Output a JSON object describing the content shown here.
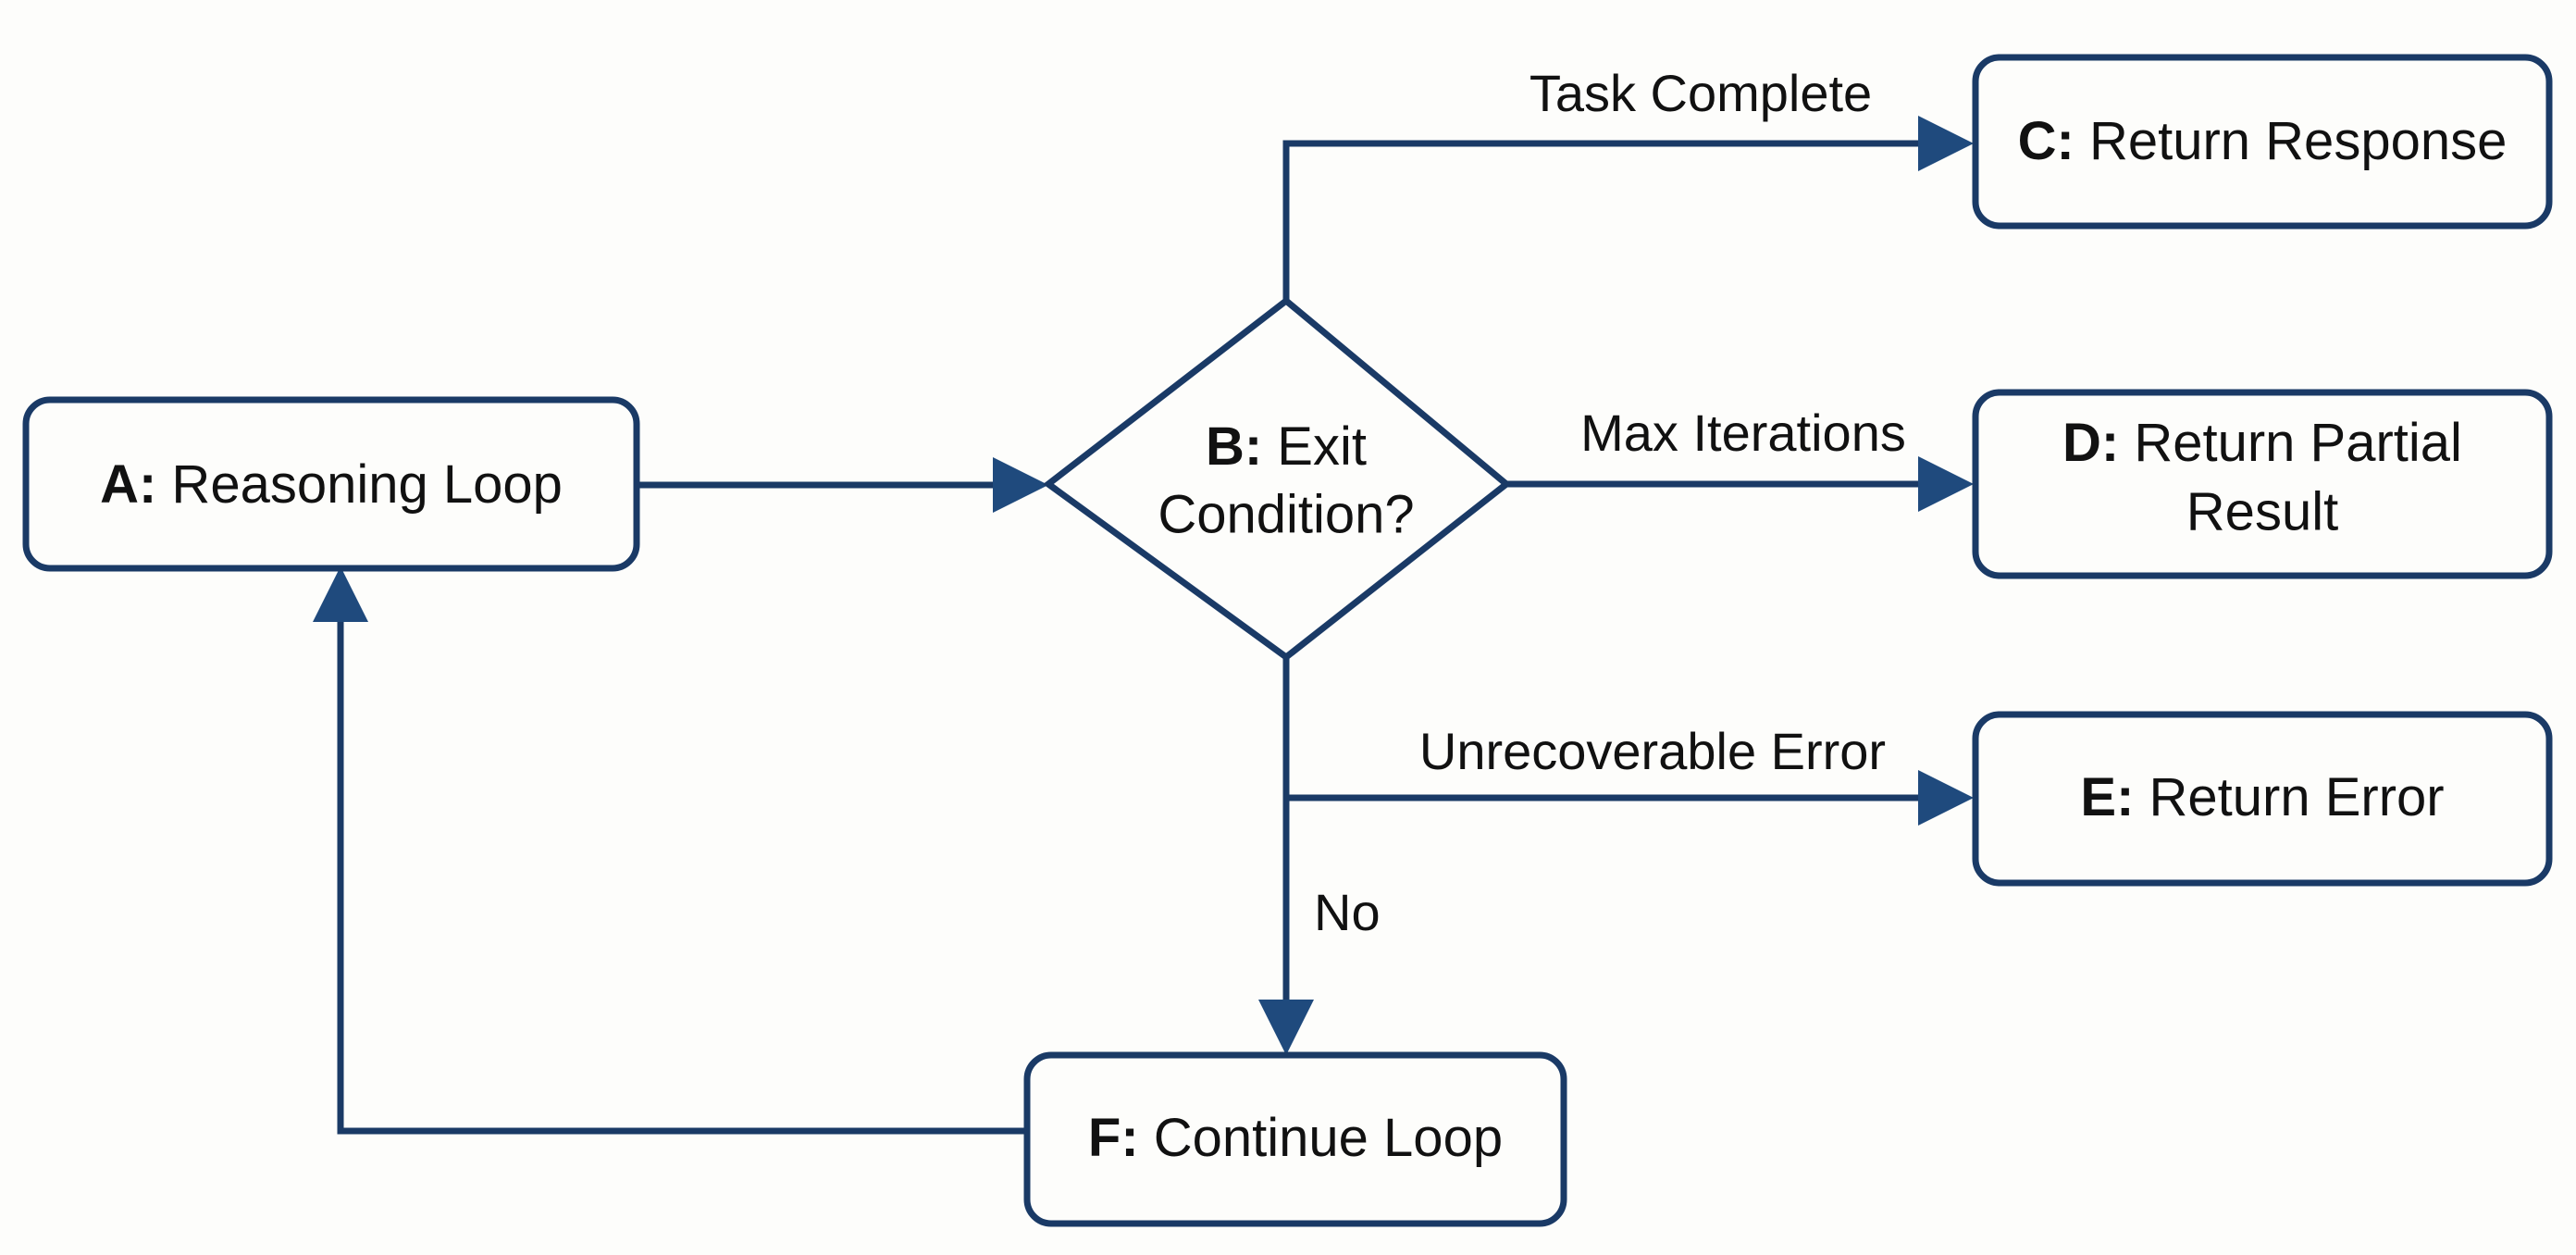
{
  "diagram": {
    "title": "Reasoning Loop Exit Condition Flowchart",
    "type": "flowchart",
    "background_color": "#fdfdfb",
    "stroke_color": "#1a3a66",
    "arrow_color": "#1f4a7d",
    "text_color": "#111111"
  },
  "nodes": {
    "a": {
      "id": "A",
      "prefix": "A:",
      "text": " Reasoning Loop",
      "full": "A: Reasoning Loop",
      "shape": "rounded-rect"
    },
    "b": {
      "id": "B",
      "prefix": "B:",
      "text": " Exit",
      "line2": "Condition?",
      "full": "B: Exit Condition?",
      "shape": "diamond"
    },
    "c": {
      "id": "C",
      "prefix": "C:",
      "text": " Return Response",
      "full": "C: Return Response",
      "shape": "rounded-rect"
    },
    "d": {
      "id": "D",
      "prefix": "D:",
      "text": " Return Partial",
      "line2": "Result",
      "full": "D: Return Partial Result",
      "shape": "rounded-rect"
    },
    "e": {
      "id": "E",
      "prefix": "E:",
      "text": " Return Error",
      "full": "E: Return Error",
      "shape": "rounded-rect"
    },
    "f": {
      "id": "F",
      "prefix": "F:",
      "text": " Continue Loop",
      "full": "F: Continue Loop",
      "shape": "rounded-rect"
    }
  },
  "edges": {
    "a_to_b": {
      "from": "A",
      "to": "B",
      "label": ""
    },
    "b_to_c": {
      "from": "B",
      "to": "C",
      "label": "Task Complete"
    },
    "b_to_d": {
      "from": "B",
      "to": "D",
      "label": "Max Iterations"
    },
    "b_to_e": {
      "from": "B",
      "to": "E",
      "label": "Unrecoverable Error"
    },
    "b_to_f": {
      "from": "B",
      "to": "F",
      "label": "No"
    },
    "f_to_a": {
      "from": "F",
      "to": "A",
      "label": ""
    }
  }
}
